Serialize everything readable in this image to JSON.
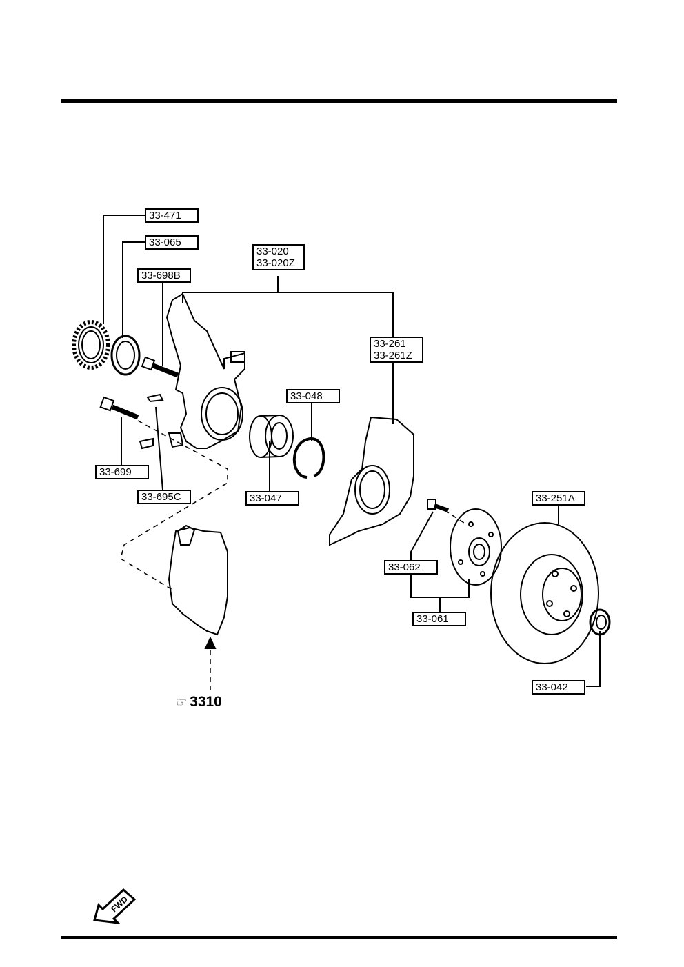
{
  "parts": {
    "p33_471": "33-471",
    "p33_065": "33-065",
    "p33_698b": "33-698B",
    "p33_020": [
      "33-020",
      "33-020Z"
    ],
    "p33_261": [
      "33-261",
      "33-261Z"
    ],
    "p33_048": "33-048",
    "p33_699": "33-699",
    "p33_695c": "33-695C",
    "p33_047": "33-047",
    "p33_251a": "33-251A",
    "p33_062": "33-062",
    "p33_061": "33-061",
    "p33_042": "33-042"
  },
  "reference": {
    "text": "3310",
    "icon": "reference-arrow-icon"
  },
  "fwd_badge": {
    "text": "FWD",
    "icon": "forward-arrow-icon"
  },
  "colors": {
    "line": "#000000",
    "background": "#ffffff"
  }
}
